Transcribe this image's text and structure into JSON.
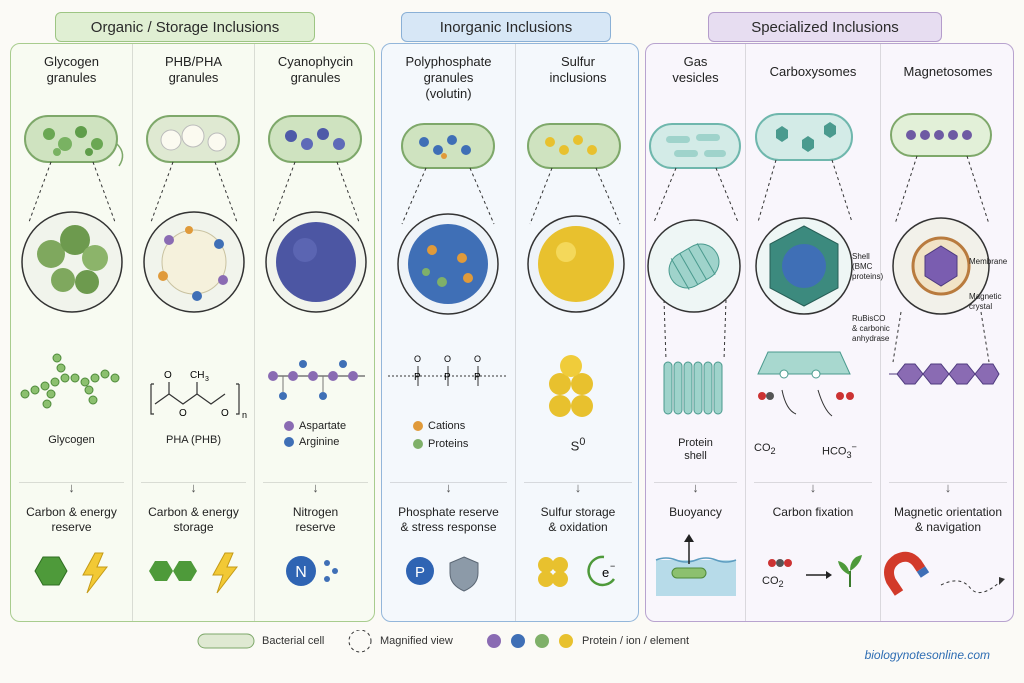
{
  "groups": {
    "organic": {
      "title": "Organic / Storage Inclusions"
    },
    "inorganic": {
      "title": "Inorganic Inclusions"
    },
    "specialized": {
      "title": "Specialized Inclusions"
    }
  },
  "columns": {
    "glycogen": {
      "title": "Glycogen\ngranules",
      "molecule_label": "Glycogen",
      "function": "Carbon & energy\nreserve"
    },
    "pha": {
      "title": "PHB/PHA\ngranules",
      "molecule_label": "PHA (PHB)",
      "ch3": "CH",
      "ch3_sub": "3",
      "o1": "O",
      "o2": "O",
      "o3": "O",
      "n": "n",
      "function": "Carbon & energy\nstorage"
    },
    "cyano": {
      "title": "Cyanophycin\ngranules",
      "aspartate": "Aspartate",
      "arginine": "Arginine",
      "function": "Nitrogen\nreserve",
      "n_symbol": "N"
    },
    "polyp": {
      "title": "Polyphosphate\ngranules\n(volutin)",
      "cations": "Cations",
      "proteins": "Proteins",
      "p": "P",
      "o": "O",
      "function": "Phosphate reserve\n& stress response",
      "p_symbol": "P"
    },
    "sulfur": {
      "title": "Sulfur\ninclusions",
      "s0": "S",
      "s0_sup": "0",
      "function": "Sulfur storage\n& oxidation",
      "e_minus": "e",
      "e_sup": "−"
    },
    "gas": {
      "title": "Gas\nvesicles",
      "shell_label": "Protein\nshell",
      "function": "Buoyancy"
    },
    "carboxy": {
      "title": "Carboxysomes",
      "shell": "Shell\n(BMC\nproteins)",
      "rubisco": "RuBisCO\n& carbonic\nanhydrase",
      "co2": "CO",
      "co2_sub": "2",
      "hco3": "HCO",
      "hco3_sub": "3",
      "hco3_sup": "−",
      "function": "Carbon fixation",
      "co2b": "CO",
      "co2b_sub": "2"
    },
    "magneto": {
      "title": "Magnetosomes",
      "membrane": "Membrane",
      "crystal": "Magnetic\ncrystal",
      "function": "Magnetic orientation\n& navigation"
    }
  },
  "legend": {
    "cell": "Bacterial cell",
    "magnified": "Magnified view",
    "protein": "Protein / ion / element"
  },
  "site": "biologynotesonline.com",
  "colors": {
    "green": "#7fb069",
    "blue": "#3f6fb6",
    "purple": "#8a6bb3",
    "yellow": "#e8c12e",
    "teal": "#6fb7ad"
  }
}
